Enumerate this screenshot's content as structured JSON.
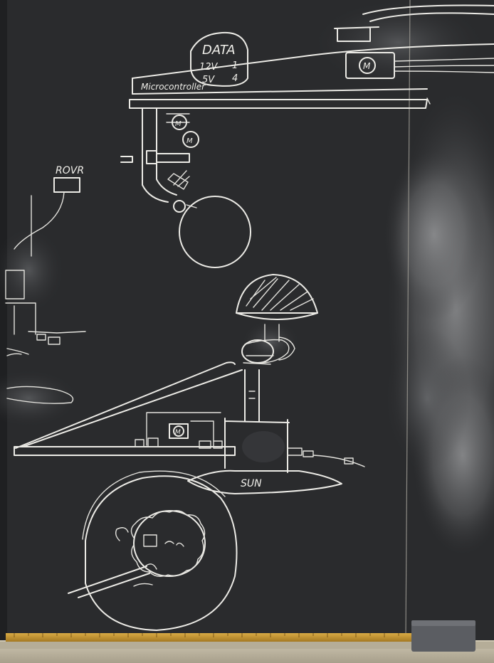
{
  "board": {
    "label_data": "DATA",
    "label_microcontroller": "Microcontroller",
    "label_rover": "ROVR",
    "label_sun": "SUN",
    "label_motor": "M",
    "data_values": [
      "12V",
      "5V",
      "1",
      "4"
    ]
  },
  "colors": {
    "board": "#2a2b2d",
    "chalk": "#ecebe6",
    "frame": "#c8bfa9",
    "ruler": "#c99a33",
    "eraser": "#5b5d62"
  }
}
